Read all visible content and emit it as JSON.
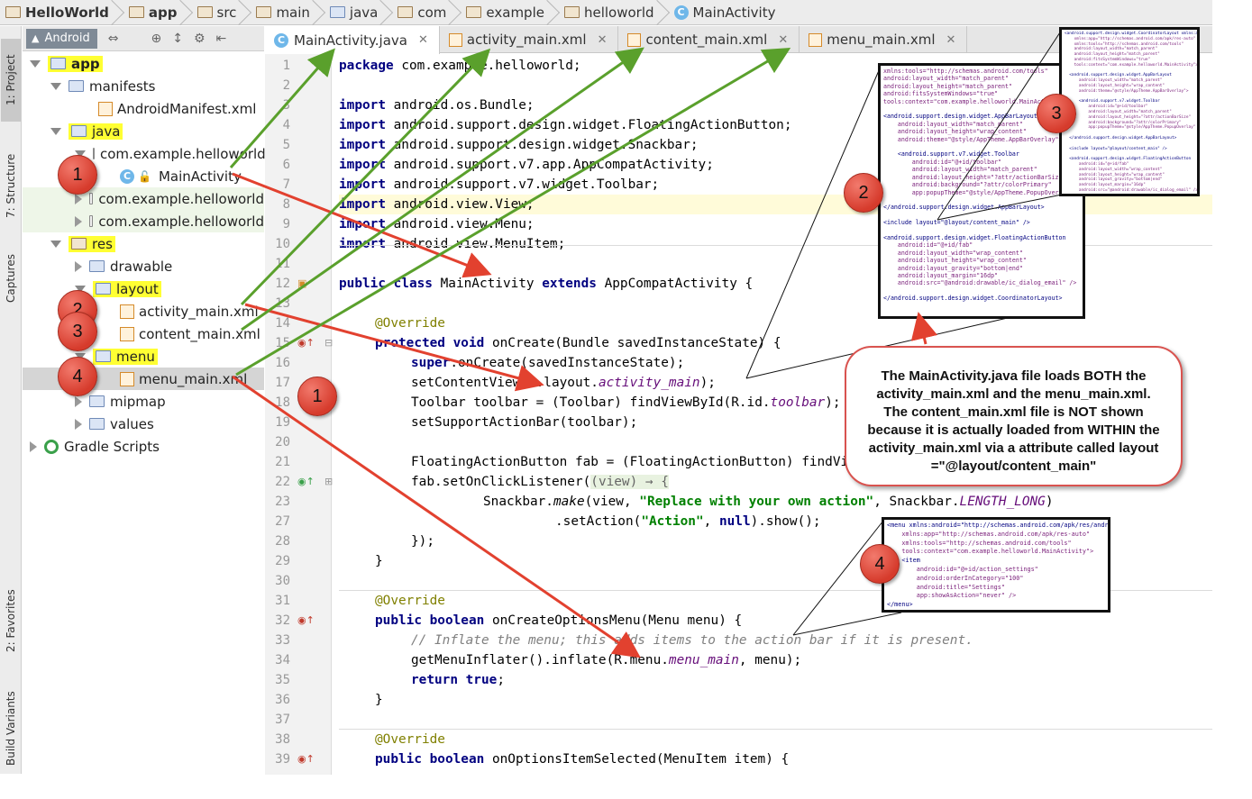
{
  "breadcrumb": [
    "HelloWorld",
    "app",
    "src",
    "main",
    "java",
    "com",
    "example",
    "helloworld",
    "MainActivity"
  ],
  "left_strip": {
    "project": "1: Project",
    "structure": "7: Structure",
    "captures": "Captures",
    "favorites": "2: Favorites",
    "build_variants": "Build Variants"
  },
  "project_toolbar": {
    "view_mode": "Android"
  },
  "tree": {
    "app": "app",
    "manifests": "manifests",
    "manifest_file": "AndroidManifest.xml",
    "java": "java",
    "pkg1": "com.example.helloworld",
    "main_activity": "MainActivity",
    "pkg2": "com.example.helloworld",
    "pkg3": "com.example.helloworld",
    "res": "res",
    "drawable": "drawable",
    "layout": "layout",
    "activity_main": "activity_main.xml",
    "content_main": "content_main.xml",
    "menu": "menu",
    "menu_main": "menu_main.xml",
    "mipmap": "mipmap",
    "values": "values",
    "gradle": "Gradle Scripts"
  },
  "editor_tabs": [
    "MainActivity.java",
    "activity_main.xml",
    "content_main.xml",
    "menu_main.xml"
  ],
  "line_numbers": [
    "1",
    "2",
    "3",
    "4",
    "5",
    "6",
    "7",
    "8",
    "9",
    "10",
    "11",
    "12",
    "13",
    "14",
    "15",
    "16",
    "17",
    "18",
    "19",
    "20",
    "21",
    "22",
    "23",
    "27",
    "28",
    "29",
    "30",
    "31",
    "32",
    "33",
    "34",
    "35",
    "36",
    "37",
    "38",
    "39"
  ],
  "code": {
    "l1a": "package",
    "l1b": " com.example.helloworld;",
    "imp": "import",
    "i3": " android.os.Bundle;",
    "i4": " android.support.design.widget.FloatingActionButton;",
    "i5": " android.support.design.widget.Snackbar;",
    "i6": " android.support.v7.app.AppCompatActivity;",
    "i7": " android.support.v7.widget.Toolbar;",
    "i8": " android.view.View;",
    "i9": " android.view.Menu;",
    "i10": " android.view.MenuItem;",
    "l12a": "public class",
    "l12b": " MainActivity ",
    "l12c": "extends",
    "l12d": " AppCompatActivity {",
    "override": "@Override",
    "l15a": "protected void",
    "l15b": " onCreate(Bundle savedInstanceState) {",
    "l16a": "super",
    "l16b": ".onCreate(savedInstanceState);",
    "l17a": "setContentView(R.layout.",
    "l17b": "activity_main",
    "l17c": ");",
    "l18a": "Toolbar toolbar = (Toolbar) findViewById(R.id.",
    "l18b": "toolbar",
    "l18c": ");",
    "l19": "setSupportActionBar(toolbar);",
    "l21": "FloatingActionButton fab = (FloatingActionButton) findViewById(R.id.",
    "l22a": "fab.setOnClickListener(",
    "l22b": "(view) → {",
    "l23a": "Snackbar.",
    "l23b": "make",
    "l23c": "(view, ",
    "l23d": "\"Replace with your own action\"",
    "l23e": ", Snackbar.",
    "l23f": "LENGTH_LONG",
    "l23g": ")",
    "l27a": ".setAction(",
    "l27b": "\"Action\"",
    "l27c": ", ",
    "l27d": "null",
    "l27e": ").show();",
    "l28": "});",
    "l29": "}",
    "l32a": "public boolean",
    "l32b": " onCreateOptionsMenu(Menu menu) {",
    "l33": "// Inflate the menu; this adds items to the action bar if it is present.",
    "l34a": "getMenuInflater().inflate(R.menu.",
    "l34b": "menu_main",
    "l34c": ", menu);",
    "l35a": "return true",
    "l35b": ";",
    "l36": "}",
    "l39a": "public boolean",
    "l39b": " onOptionsItemSelected(MenuItem item) {"
  },
  "inset_activity": [
    "xmlns:tools=\"http://schemas.android.com/tools\"",
    "android:layout_width=\"match_parent\"",
    "android:layout_height=\"match_parent\"",
    "android:fitsSystemWindows=\"true\"",
    "tools:context=\"com.example.helloworld.MainActivity\">",
    "",
    "<android.support.design.widget.AppBarLayout",
    "    android:layout_width=\"match_parent\"",
    "    android:layout_height=\"wrap_content\"",
    "    android:theme=\"@style/AppTheme.AppBarOverlay\">",
    "",
    "    <android.support.v7.widget.Toolbar",
    "        android:id=\"@+id/toolbar\"",
    "        android:layout_width=\"match_parent\"",
    "        android:layout_height=\"?attr/actionBarSize\"",
    "        android:background=\"?attr/colorPrimary\"",
    "        app:popupTheme=\"@style/AppTheme.PopupOverlay\" />",
    "",
    "</android.support.design.widget.AppBarLayout>",
    "",
    "<include layout=\"@layout/content_main\" />",
    "",
    "<android.support.design.widget.FloatingActionButton",
    "    android:id=\"@+id/fab\"",
    "    android:layout_width=\"wrap_content\"",
    "    android:layout_height=\"wrap_content\"",
    "    android:layout_gravity=\"bottom|end\"",
    "    android:layout_margin=\"16dp\"",
    "    android:src=\"@android:drawable/ic_dialog_email\" />",
    "",
    "</android.support.design.widget.CoordinatorLayout>"
  ],
  "inset_top": [
    "<android.support.design.widget.CoordinatorLayout xmlns:andr",
    "    xmlns:app=\"http://schemas.android.com/apk/res-auto\"",
    "    xmlns:tools=\"http://schemas.android.com/tools\"",
    "    android:layout_width=\"match_parent\"",
    "    android:layout_height=\"match_parent\"",
    "    android:fitsSystemWindows=\"true\"",
    "    tools:context=\"com.example.helloworld.MainActivity\">",
    "",
    "  <android.support.design.widget.AppBarLayout",
    "      android:layout_width=\"match_parent\"",
    "      android:layout_height=\"wrap_content\"",
    "      android:theme=\"@style/AppTheme.AppBarOverlay\">",
    "",
    "      <android.support.v7.widget.Toolbar",
    "          android:id=\"@+id/toolbar\"",
    "          android:layout_width=\"match_parent\"",
    "          android:layout_height=\"?attr/actionBarSize\"",
    "          android:background=\"?attr/colorPrimary\"",
    "          app:popupTheme=\"@style/AppTheme.PopupOverlay\" />",
    "",
    "  </android.support.design.widget.AppBarLayout>",
    "",
    "  <include layout=\"@layout/content_main\" />",
    "",
    "  <android.support.design.widget.FloatingActionButton",
    "      android:id=\"@+id/fab\"",
    "      android:layout_width=\"wrap_content\"",
    "      android:layout_height=\"wrap_content\"",
    "      android:layout_gravity=\"bottom|end\"",
    "      android:layout_margin=\"16dp\"",
    "      android:src=\"@android:drawable/ic_dialog_email\" />"
  ],
  "inset_menu": [
    "<menu xmlns:android=\"http://schemas.android.com/apk/res/android\"",
    "    xmlns:app=\"http://schemas.android.com/apk/res-auto\"",
    "    xmlns:tools=\"http://schemas.android.com/tools\"",
    "    tools:context=\"com.example.helloworld.MainActivity\">",
    "    <item",
    "        android:id=\"@+id/action_settings\"",
    "        android:orderInCategory=\"100\"",
    "        android:title=\"Settings\"",
    "        app:showAsAction=\"never\" />",
    "</menu>"
  ],
  "callout": {
    "text": "The MainActivity.java file loads BOTH the activity_main.xml and the menu_main.xml. The content_main.xml file is NOT shown because it is actually loaded from WITHIN the activity_main.xml via a attribute called layout =\"@layout/content_main\""
  },
  "badges": [
    "1",
    "2",
    "3",
    "4",
    "1",
    "2",
    "3",
    "4"
  ],
  "colors": {
    "arrow_red": "#e2412f",
    "arrow_green": "#5aa02c",
    "highlight": "#ffff33",
    "keyword": "#000080"
  }
}
